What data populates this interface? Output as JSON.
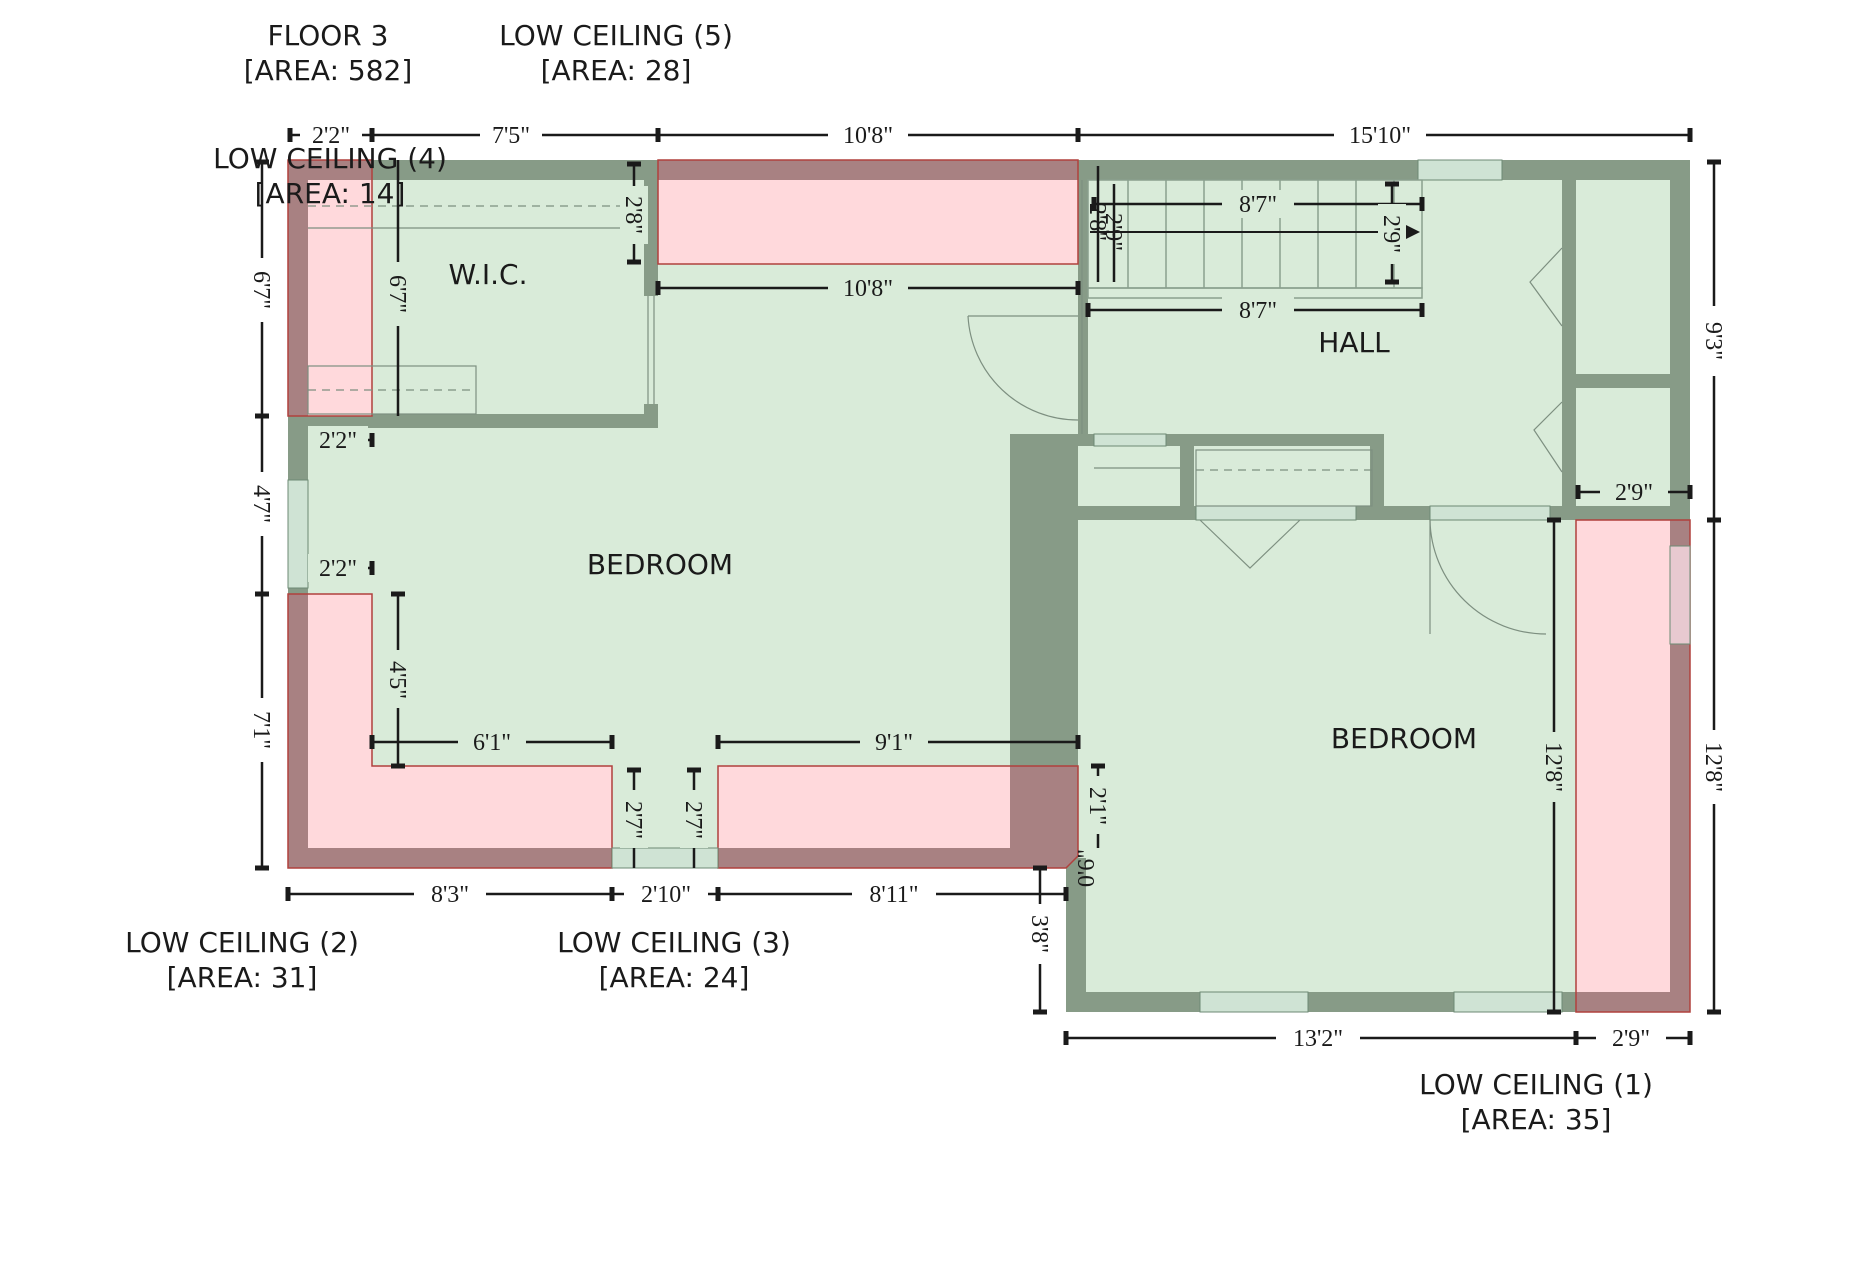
{
  "floor": {
    "name": "FLOOR 3",
    "area": "[AREA: 582]"
  },
  "low_ceilings": [
    {
      "name": "LOW CEILING (1)",
      "area": "[AREA: 35]"
    },
    {
      "name": "LOW CEILING (2)",
      "area": "[AREA: 31]"
    },
    {
      "name": "LOW CEILING (3)",
      "area": "[AREA: 24]"
    },
    {
      "name": "LOW CEILING (4)",
      "area": "[AREA: 14]"
    },
    {
      "name": "LOW CEILING (5)",
      "area": "[AREA: 28]"
    }
  ],
  "rooms": {
    "wic": "W.I.C.",
    "hall": "HALL",
    "bedroom_left": "BEDROOM",
    "bedroom_right": "BEDROOM"
  },
  "dimensions": {
    "top_1": "2'2\"",
    "top_2": "7'5\"",
    "top_3": "10'8\"",
    "top_4": "15'10\"",
    "left_1": "6'7\"",
    "left_2": "4'7\"",
    "left_3": "7'1\"",
    "bottom_1": "8'3\"",
    "bottom_2": "2'10\"",
    "bottom_3": "8'11\"",
    "bottom_4": "13'2\"",
    "bottom_5": "2'9\"",
    "right_1": "9'3\"",
    "right_2": "12'8\"",
    "wic_height": "6'7\"",
    "wic_closet": "2'8\"",
    "closet_width": "10'8\"",
    "stairs_top": "8'7\"",
    "stairs_bottom": "8'7\"",
    "stairs_left_a": "2'8\"",
    "stairs_left_b": "2'9\"",
    "stairs_right": "2'9\"",
    "bed_2x2_upper": "2'2\"",
    "bed_2x2_lower": "2'2\"",
    "bed_4x5": "4'5\"",
    "bed_6x1": "6'1\"",
    "bed_9x1": "9'1\"",
    "bed_2x7_a": "2'7\"",
    "bed_2x7_b": "2'7\"",
    "wall_2x1": "2'1\"",
    "wall_0x6": "0'6\"",
    "step_3x8": "3'8\"",
    "bed2_height": "12'8\"",
    "closet_2x9": "2'9\""
  },
  "colors": {
    "floor": "#d9ebd9",
    "wall": "#879b87",
    "low_ceiling": "#ffd9dc",
    "low_ceiling_wall": "#a88182",
    "outline": "#b0413d"
  }
}
